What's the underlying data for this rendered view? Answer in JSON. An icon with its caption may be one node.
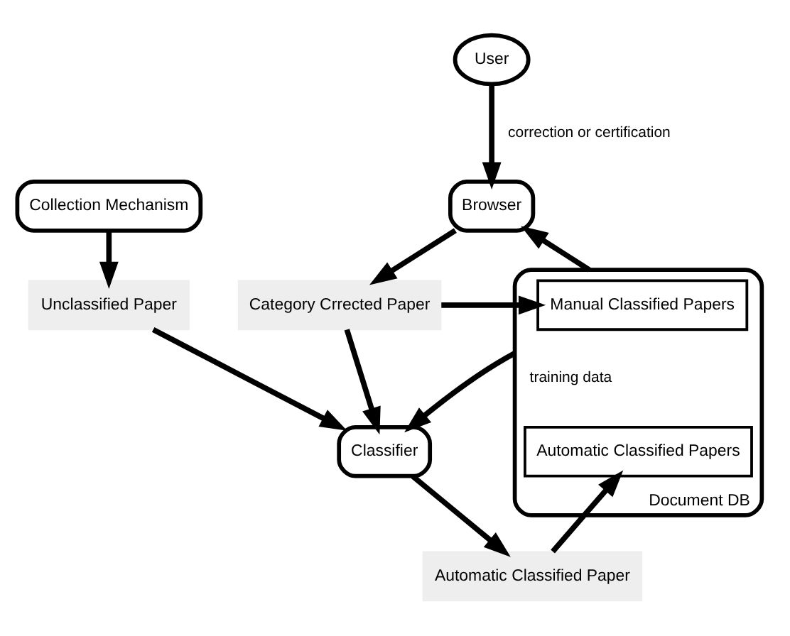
{
  "diagram": {
    "nodes": [
      {
        "text": [
          "Collection Mechanism"
        ]
      },
      {
        "text": [
          "Unclassified Paper"
        ]
      },
      {
        "text": [
          "Classifier"
        ]
      },
      {
        "text": [
          "User"
        ]
      },
      {
        "text": [
          "Category Crrected Paper"
        ]
      },
      {
        "text": [
          "Browser"
        ]
      },
      {
        "text": [
          "Automatic Classified Paper"
        ]
      },
      {
        "text": [
          "Document DB"
        ]
      },
      {
        "text": [
          "Manual Classified Papers"
        ],
        "in": 7
      },
      {
        "text": [
          "Automatic Classified Papers"
        ],
        "in": 7
      }
    ],
    "edges": [
      {
        "from": 0,
        "to": 1,
        "arrow": "to"
      },
      {
        "from": 1,
        "to": 2,
        "arrow": "to"
      },
      {
        "from": 2,
        "to": 6,
        "arrow": "to"
      },
      {
        "from": 6,
        "to": 9,
        "arrow": "to"
      },
      {
        "from": 3,
        "to": 5,
        "label": "correction or certification",
        "arrow": "to"
      },
      {
        "from": 5,
        "to": 4,
        "arrow": "to"
      },
      {
        "from": 4,
        "to": 2,
        "arrow": "to"
      },
      {
        "from": 4,
        "to": 8,
        "arrow": "to"
      },
      {
        "from": 7,
        "to": 2,
        "label": "training data",
        "arrow": "to"
      },
      {
        "from": 7,
        "to": 5,
        "arrow": "to"
      }
    ]
  }
}
